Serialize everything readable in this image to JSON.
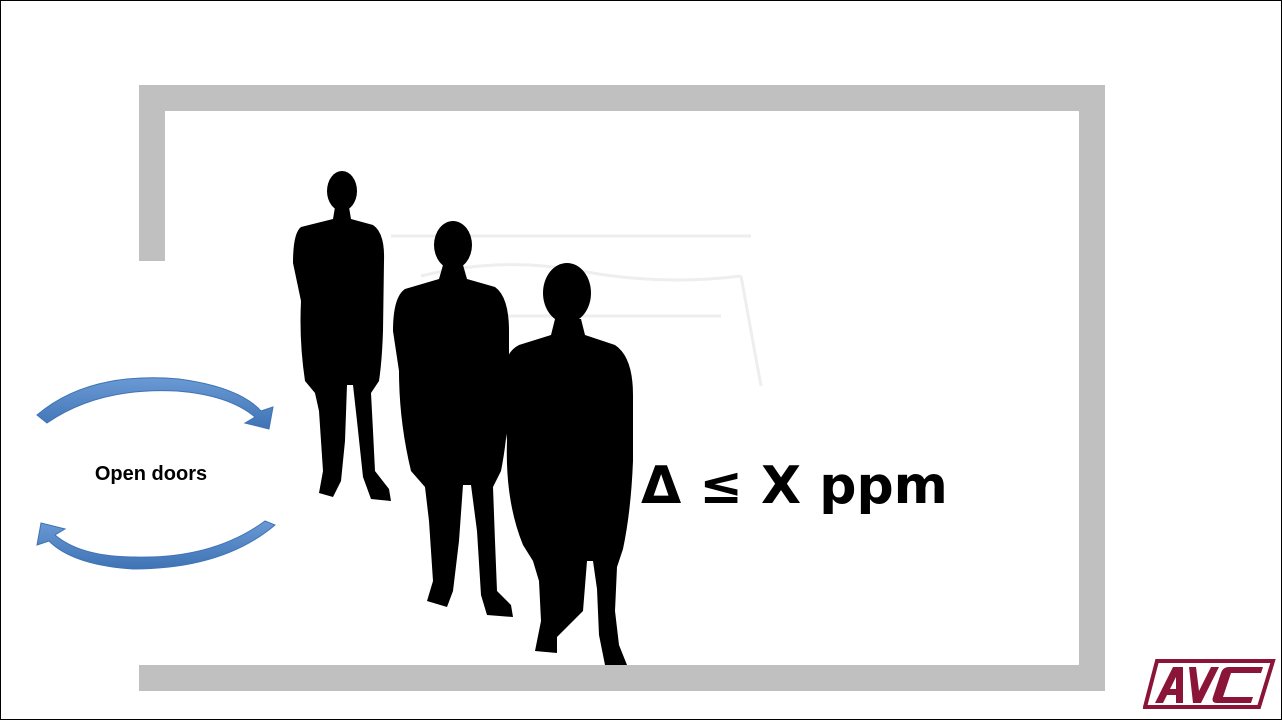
{
  "cycle_label": "Open doors",
  "formula": "Δ ≤ X ppm",
  "logo": {
    "text": "AVC",
    "color": "#8a1538"
  },
  "colors": {
    "wall": "#c0c0c0",
    "arrow": "#4f86c6",
    "silhouette": "#000000"
  },
  "icons": [
    "cycle-arrows-icon",
    "person-silhouette-icon",
    "avc-logo-icon"
  ]
}
